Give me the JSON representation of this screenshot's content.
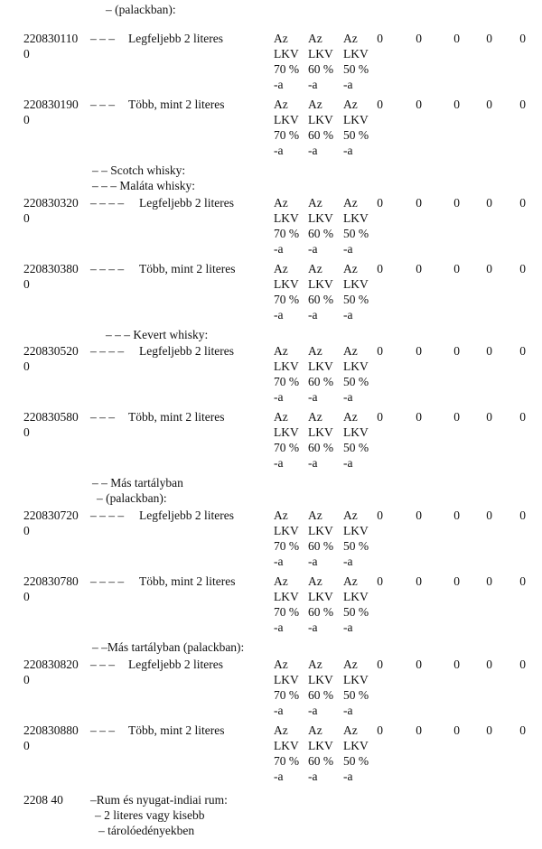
{
  "headings": {
    "palackban_top": "– (palackban):",
    "scotch": "– –  Scotch whisky:",
    "malata": "– – –  Maláta whisky:",
    "kevert": "– – –  Kevert whisky:",
    "mas1": "– –  Más tartályban",
    "mas2": "–  (palackban):",
    "mas3": "– –Más tartályban (palackban):"
  },
  "rate": {
    "l1": "Az",
    "l2": "LKV",
    "p70": "70 %",
    "p60": "60 %",
    "p50": "50 %",
    "l4": "-a"
  },
  "zero": "0",
  "entries": [
    {
      "code_a": "220830110",
      "code_b": "0",
      "dash": "– – –",
      "desc": "Legfeljebb 2 literes"
    },
    {
      "code_a": "220830190",
      "code_b": "0",
      "dash": "– – –",
      "desc": "Több, mint 2 literes"
    },
    {
      "code_a": "220830320",
      "code_b": "0",
      "dash": "– – – –",
      "desc": "Legfeljebb 2 literes"
    },
    {
      "code_a": "220830380",
      "code_b": "0",
      "dash": "– – – –",
      "desc": "Több, mint 2 literes"
    },
    {
      "code_a": "220830520",
      "code_b": "0",
      "dash": "– – – –",
      "desc": "Legfeljebb 2 literes"
    },
    {
      "code_a": "220830580",
      "code_b": "0",
      "dash": "– – –",
      "desc": "Több, mint 2 literes"
    },
    {
      "code_a": "220830720",
      "code_b": "0",
      "dash": "– – – –",
      "desc": "Legfeljebb 2 literes"
    },
    {
      "code_a": "220830780",
      "code_b": "0",
      "dash": "– – – –",
      "desc": "Több, mint 2 literes"
    },
    {
      "code_a": "220830820",
      "code_b": "0",
      "dash": "– – –",
      "desc": "Legfeljebb 2 literes"
    },
    {
      "code_a": "220830880",
      "code_b": "0",
      "dash": "– – –",
      "desc": "Több, mint 2 literes"
    }
  ],
  "rum": {
    "code": "2208 40",
    "line1": "–Rum és nyugat-indiai rum:",
    "line2": "– 2 literes vagy kisebb",
    "line3": "– tárolóedényekben"
  }
}
